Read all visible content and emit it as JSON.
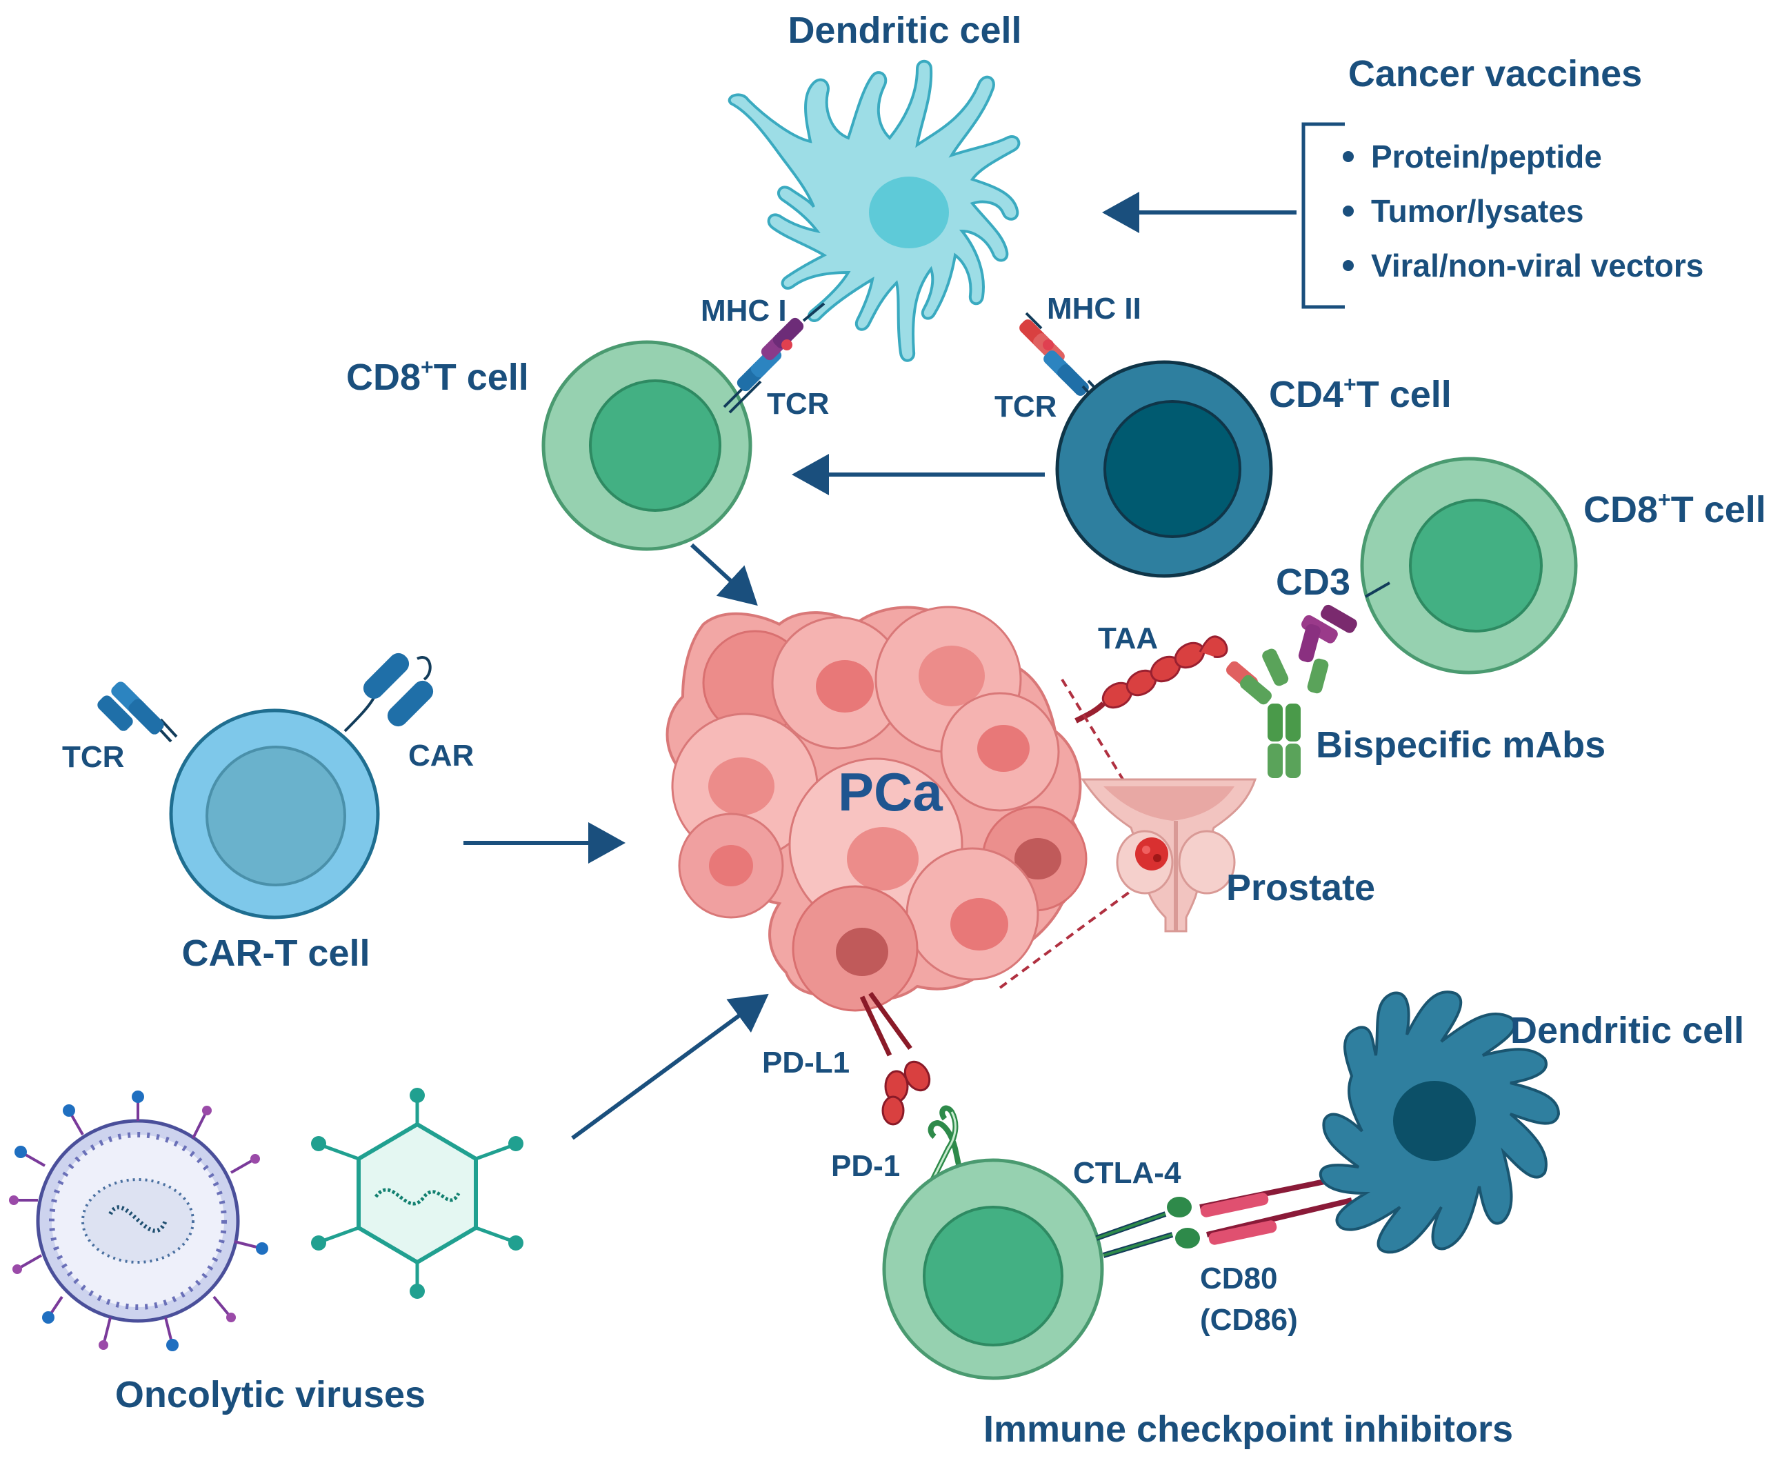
{
  "title": "",
  "labels": {
    "dendritic_top": "Dendritic cell",
    "cancer_vaccines": "Cancer vaccines",
    "vaccine_items": [
      "Protein/peptide",
      "Tumor/lysates",
      "Viral/non-viral vectors"
    ],
    "mhc1": "MHC I",
    "mhc2": "MHC II",
    "tcr_left": "TCR",
    "tcr_right": "TCR",
    "cd8_left": "CD8",
    "cd8_left_sup": "+",
    "cd8_left_tail": "T cell",
    "cd4": "CD4",
    "cd4_sup": "+",
    "cd4_tail": "T cell",
    "cd8_right": "CD8",
    "cd8_right_sup": "+",
    "cd8_right_tail": "T cell",
    "cd3": "CD3",
    "taa": "TAA",
    "bispecific": "Bispecific mAbs",
    "pca": "PCa",
    "prostate": "Prostate",
    "cart_tcr": "TCR",
    "car": "CAR",
    "cart_cell": "CAR-T cell",
    "pdl1": "PD-L1",
    "pd1": "PD-1",
    "ctla4": "CTLA-4",
    "cd80": "CD80",
    "cd86": "(CD86)",
    "dendritic_bottom": "Dendritic cell",
    "oncolytic": "Oncolytic viruses",
    "icis": "Immune checkpoint inhibitors"
  },
  "colors": {
    "text": "#1a4f7d",
    "arrow": "#1a4f7d",
    "dendritic_light": "#9ddde6",
    "dendritic_dark": "#2f7f9f",
    "cd8_outer": "#96d1b0",
    "cd8_inner": "#43b083",
    "cd4_outer": "#2e7f9f",
    "cd4_inner": "#005a70",
    "cart_outer": "#7ec8ea",
    "cart_inner": "#6ab2cc",
    "tumor": "#f0a0a0",
    "receptor_red": "#d94040",
    "receptor_green": "#5aa35a"
  }
}
